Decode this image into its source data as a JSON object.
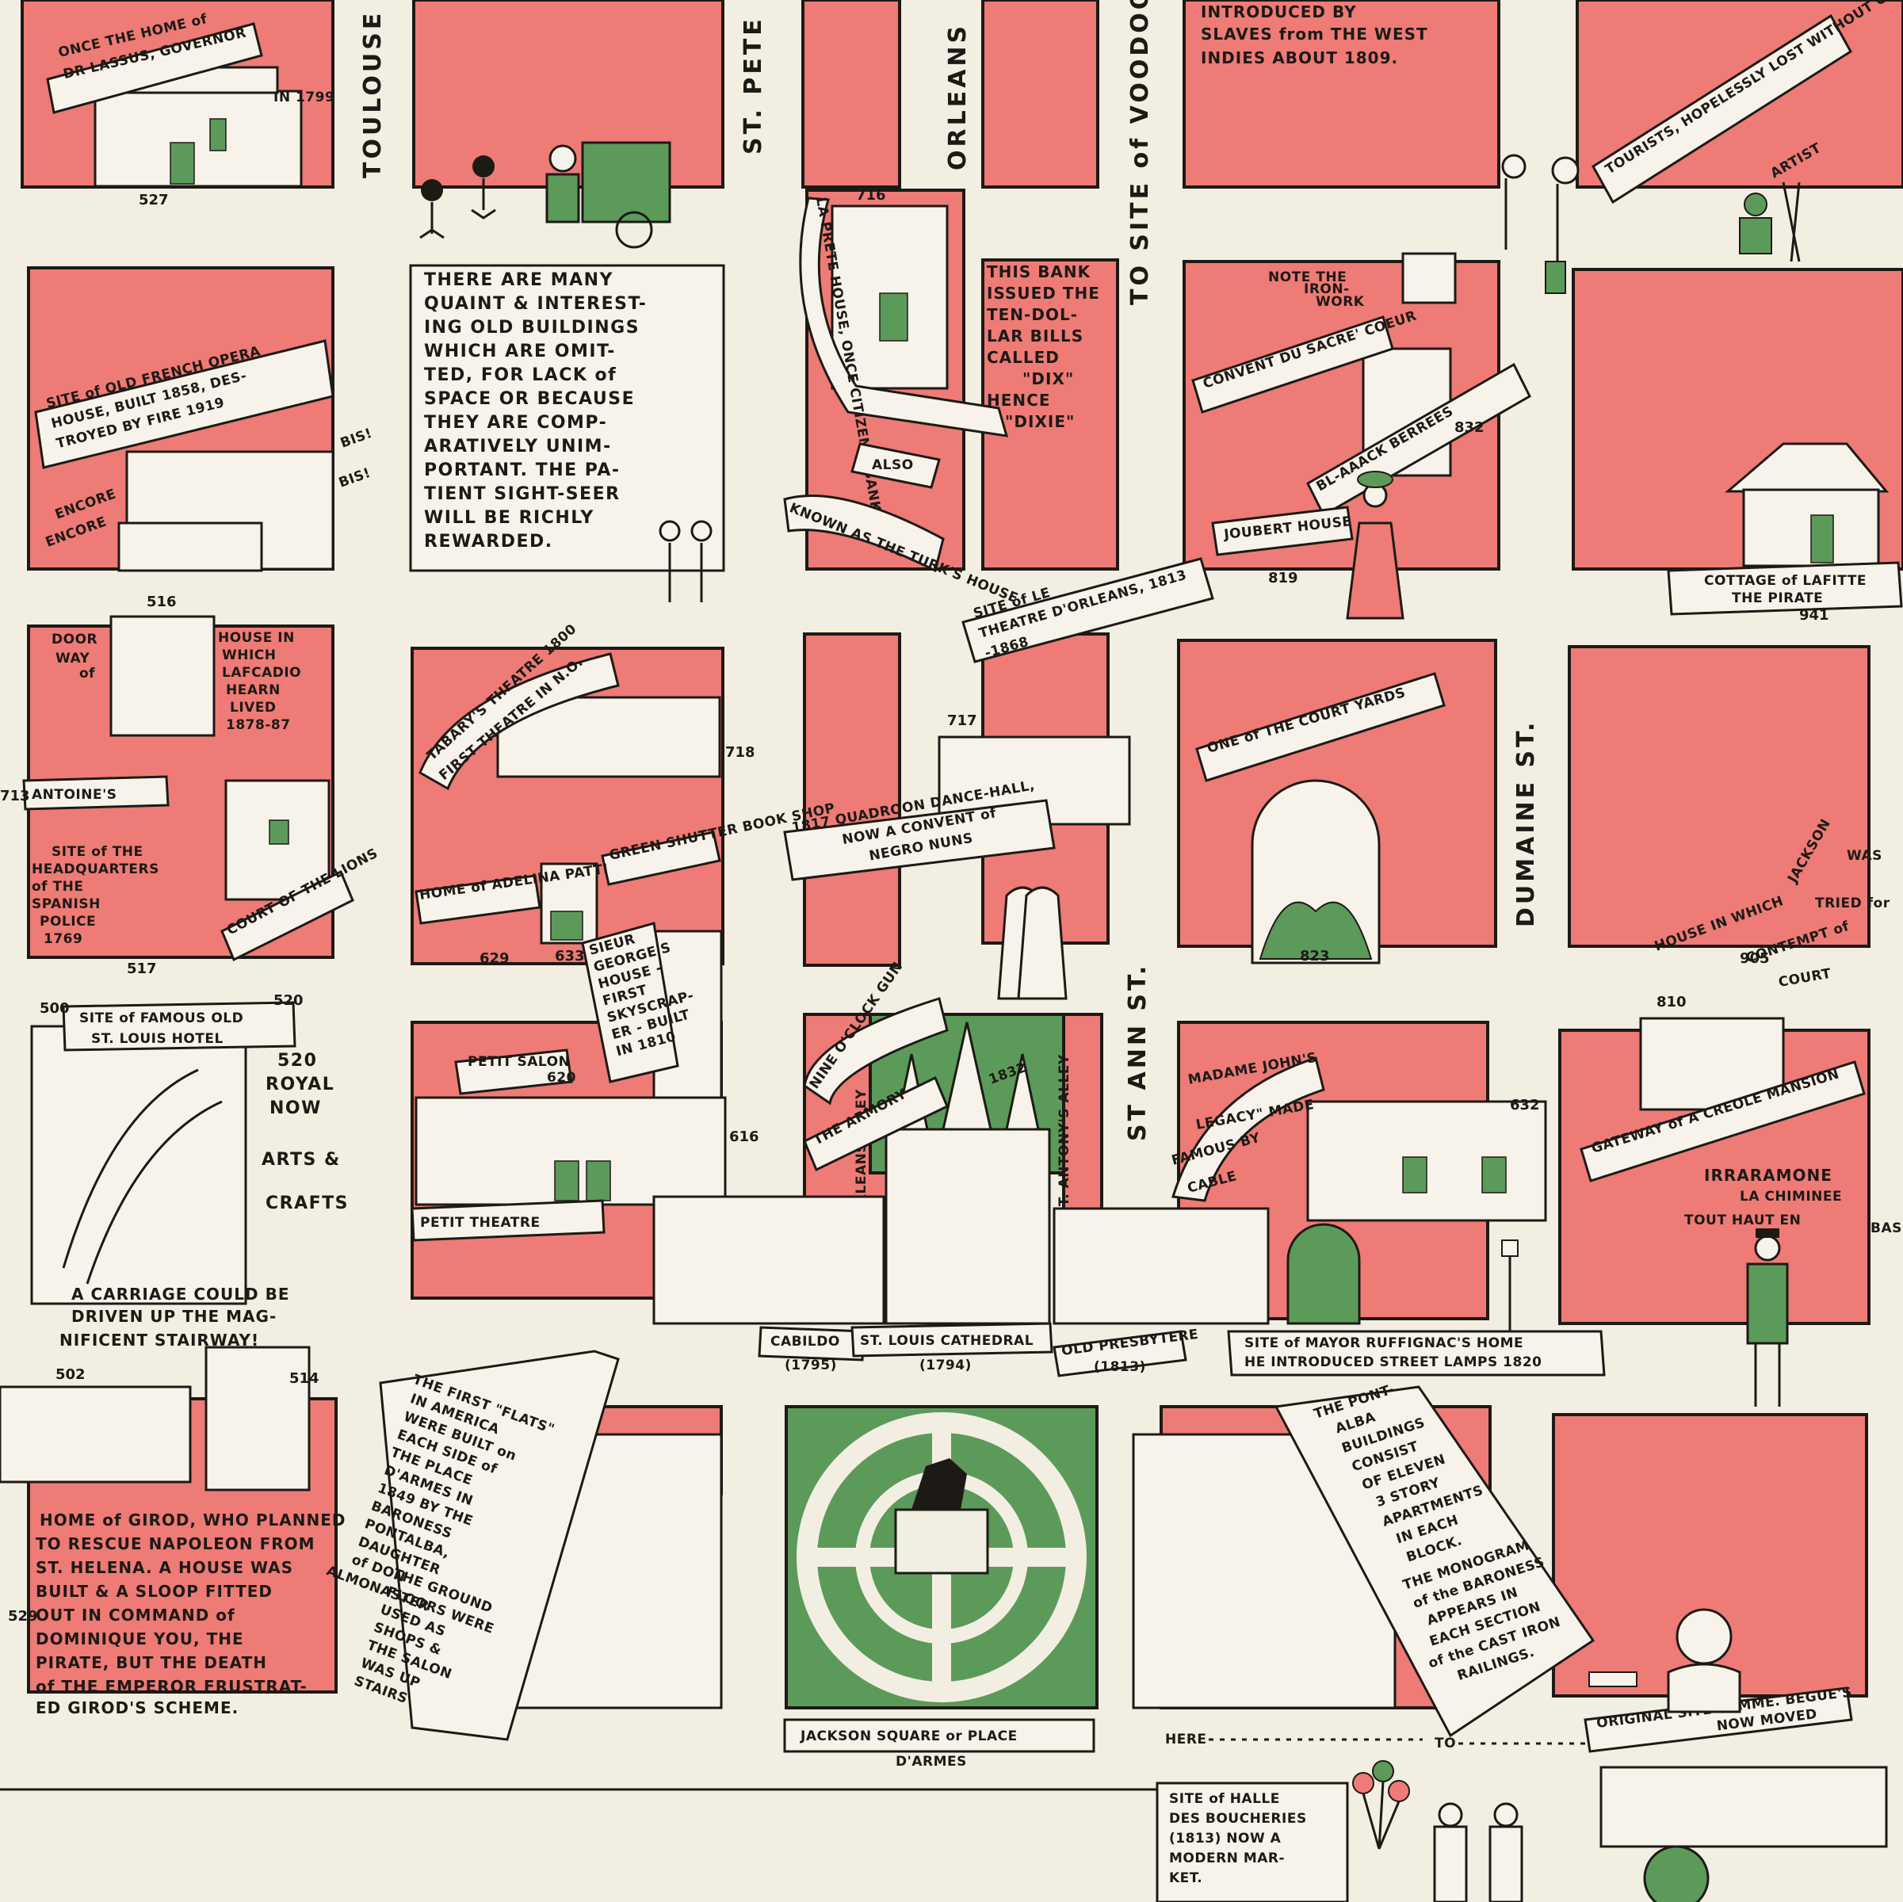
{
  "colors": {
    "paper": "#f3eee2",
    "block": "#ee7b76",
    "green": "#5c9a5a",
    "ink": "#1d1a16"
  },
  "streets": {
    "toulouse": "TOULOUSE",
    "st_peter": "ST. PETE",
    "orleans_top": "ORLEANS",
    "to_site_voodoo": "TO SITE of VOODOO",
    "st_ann": "ST ANN ST.",
    "dumaine": "DUMAINE ST.",
    "orleans_alley": "ORLEANS ALLEY",
    "st_antonys_alley": "ST. ANTONY'S ALLEY"
  },
  "notes": {
    "slaves": [
      "INTRODUCED BY",
      "SLAVES from THE WEST",
      "INDIES ABOUT 1809."
    ],
    "quaint": [
      "THERE ARE MANY",
      "QUAINT & INTEREST-",
      "ING OLD BUILDINGS",
      "WHICH ARE OMIT-",
      "TED, FOR LACK of",
      "SPACE OR BECAUSE",
      "THEY ARE COMP-",
      "ARATIVELY UNIM-",
      "PORTANT. THE PA-",
      "TIENT SIGHT-SEER",
      "WILL BE RICHLY",
      "REWARDED."
    ],
    "dixie": [
      "THIS BANK",
      "ISSUED THE",
      "TEN-DOL-",
      "LAR BILLS",
      "CALLED",
      "\"DIX\"",
      "HENCE",
      "\"DIXIE\""
    ],
    "girod": [
      "HOME of GIROD, WHO PLANNED",
      "TO RESCUE NAPOLEON FROM",
      "ST. HELENA. A HOUSE WAS",
      "BUILT & A SLOOP FITTED",
      "OUT IN COMMAND of",
      "DOMINIQUE YOU, THE",
      "PIRATE, BUT THE DEATH",
      "of THE EMPEROR FRUSTRAT-",
      "ED GIROD'S SCHEME."
    ],
    "flats": [
      "THE FIRST \"FLATS\"",
      "IN AMERICA",
      "WERE BUILT on",
      "EACH SIDE of",
      "THE PLACE",
      "D'ARMES IN",
      "1849 BY THE",
      "BARONESS",
      "PONTALBA,",
      "DAUGHTER",
      "of DON",
      "ALMONASTER"
    ],
    "ground_floors": [
      "THE GROUND",
      "FLOORS WERE",
      "USED AS",
      "SHOPS &",
      "THE SALON",
      "WAS UP",
      "STAIRS"
    ],
    "pontalba": [
      "THE PONT-",
      "ALBA",
      "BUILDINGS",
      "CONSIST",
      "OF ELEVEN",
      "3 STORY",
      "APARTMENTS",
      "IN EACH",
      "BLOCK.",
      "THE MONOGRAM",
      "of the BARONESS",
      "APPEARS IN",
      "EACH SECTION",
      "of the CAST IRON",
      "RAILINGS."
    ],
    "halle": [
      "SITE of HALLE",
      "DES BOUCHERIES",
      "(1813) NOW A",
      "MODERN MAR-",
      "KET."
    ],
    "stairway": [
      "A CARRIAGE COULD BE",
      "DRIVEN UP THE MAG-",
      "NIFICENT STAIRWAY!"
    ],
    "royal": [
      "520",
      "ROYAL",
      "NOW",
      "ARTS &",
      "CRAFTS"
    ],
    "hearn": [
      "HOUSE IN",
      "WHICH",
      "LAFCADIO",
      "HEARN",
      "LIVED",
      "1878-87"
    ],
    "doorway": [
      "DOOR",
      "WAY",
      "of"
    ],
    "spanish_police": [
      "SITE of THE",
      "HEADQUARTERS",
      "of THE",
      "SPANISH",
      "POLICE",
      "1769"
    ],
    "jackson_house": [
      "HOUSE IN WHICH",
      "JACKSON",
      "WAS",
      "TRIED for",
      "CONTEMPT of",
      "COURT"
    ],
    "irraramone": [
      "IRRARAMONE",
      "LA CHIMINEE",
      "TOUT HAUT EN",
      "BAS"
    ],
    "note_ironwork": [
      "NOTE THE",
      "IRON-",
      "WORK"
    ]
  },
  "labels": {
    "lassus": [
      "ONCE THE HOME of",
      "DR LASSUS, GOVERNOR",
      "IN 1799"
    ],
    "opera": [
      "SITE of OLD FRENCH OPERA",
      "HOUSE, BUILT 1858, DES-",
      "TROYED BY FIRE 1919"
    ],
    "encore": "ENCORE",
    "bis": "BIS!",
    "la_prete": "LA PRETE HOUSE, ONCE CITIZEN'S BANK",
    "also": "ALSO",
    "turks": "KNOWN AS THE TURK'S HOUSE",
    "tourists": "TOURISTS, HOPELESSLY LOST WITHOUT OUR MAP",
    "artist": "ARTIST",
    "convent": "CONVENT DU SACRE' COEUR",
    "blaaack": "BL-AAACK BERREES",
    "joubert": "JOUBERT HOUSE",
    "cottage": [
      "COTTAGE of LAFITTE",
      "THE PIRATE"
    ],
    "theatre_orleans": [
      "SITE of LE",
      "THEATRE D'ORLEANS, 1813",
      "-1868"
    ],
    "tabarys": "TABARY'S THEATRE 1800",
    "first_theatre": "FIRST THEATRE IN N.O.",
    "courtyards": "ONE of THE COURT YARDS",
    "antoines": "ANTOINE'S",
    "court_lions": "COURT OF THE LIONS",
    "quadroon": [
      "1817 QUADROON DANCE-HALL,",
      "NOW A CONVENT of",
      "NEGRO NUNS"
    ],
    "green_shutter": "GREEN SHUTTER BOOK SHOP",
    "patti": "HOME of ADELINA PATTI",
    "sieur_george": [
      "SIEUR",
      "GEORGE'S",
      "HOUSE -",
      "FIRST",
      "SKYSCRAP-",
      "ER - BUILT",
      "IN 1810"
    ],
    "st_louis_hotel": [
      "SITE of FAMOUS OLD",
      "ST. LOUIS HOTEL"
    ],
    "petit_salon": [
      "PETIT SALON",
      "620"
    ],
    "petit_theatre": "PETIT THEATRE",
    "nine_oclock": "NINE O'CLOCK GUN",
    "armory": "THE ARMORY",
    "madame_john": [
      "MADAME JOHN'S",
      "LEGACY\" MADE",
      "FAMOUS BY",
      "CABLE"
    ],
    "creole_mansion": "GATEWAY of A CREOLE MANSION",
    "cabildo": [
      "CABILDO",
      "(1795)"
    ],
    "cathedral": [
      "ST. LOUIS CATHEDRAL",
      "(1794)"
    ],
    "presbytere": [
      "OLD PRESBYTERE",
      "(1813)"
    ],
    "ruffignac": [
      "SITE of MAYOR RUFFIGNAC'S HOME",
      "HE INTRODUCED STREET LAMPS 1820"
    ],
    "jackson_square": [
      "JACKSON SQUARE or PLACE",
      "D'ARMES"
    ],
    "begue": [
      "ORIGINAL SITE of MME. BEGUE'S",
      "NOW MOVED"
    ],
    "here": "HERE",
    "to": "TO",
    "year_1832": "1832",
    "jackson_square_box_or": "OR"
  },
  "numbers": {
    "n527": "527",
    "n716": "716",
    "n832": "832",
    "n819": "819",
    "n941": "941",
    "n516": "516",
    "n713": "713",
    "n717": "717",
    "n823": "823",
    "n629": "629",
    "n633": "633",
    "n517": "517",
    "n500": "500",
    "n520": "520",
    "n616": "616",
    "n632": "632",
    "n810": "810",
    "n905": "905",
    "n502": "502",
    "n514": "514",
    "n529": "529",
    "n718": "718"
  }
}
